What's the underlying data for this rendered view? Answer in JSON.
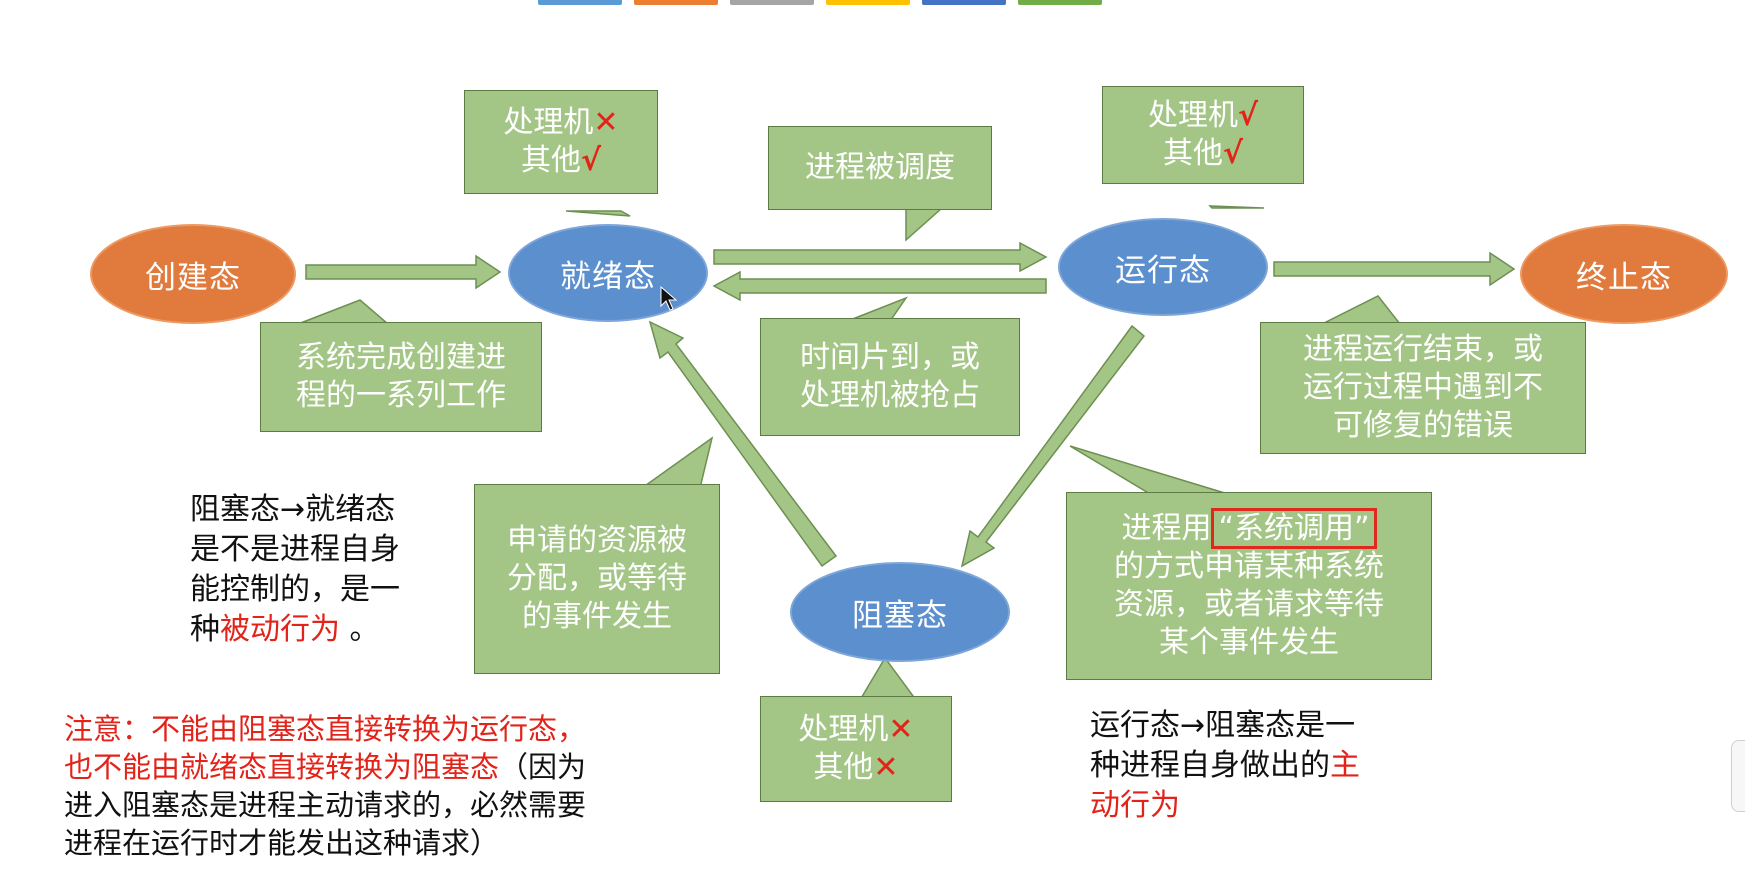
{
  "top_tabs": {
    "colors": [
      "#5b9bd5",
      "#ed7d31",
      "#a5a5a5",
      "#ffc000",
      "#4472c4",
      "#70ad47"
    ]
  },
  "states": {
    "created": "创建态",
    "ready": "就绪态",
    "running": "运行态",
    "terminated": "终止态",
    "blocked": "阻塞态"
  },
  "callouts": {
    "ready_resources": {
      "processor_label": "处理机",
      "processor_mark": "✕",
      "other_label": "其他",
      "other_mark": "√"
    },
    "running_resources": {
      "processor_label": "处理机",
      "processor_mark": "√",
      "other_label": "其他",
      "other_mark": "√"
    },
    "blocked_resources": {
      "processor_label": "处理机",
      "processor_mark": "✕",
      "other_label": "其他",
      "other_mark": "✕"
    },
    "scheduled": "进程被调度",
    "created_to_ready": [
      "系统完成创建进",
      "程的一系列工作"
    ],
    "running_to_ready": [
      "时间片到，或",
      "处理机被抢占"
    ],
    "running_to_terminated": [
      "进程运行结束，或",
      "运行过程中遇到不",
      "可修复的错误"
    ],
    "blocked_to_ready": [
      "申请的资源被",
      "分配，或等待",
      "的事件发生"
    ],
    "running_to_blocked": {
      "prefix": "进程用",
      "highlight": "“系统调用”",
      "lines": [
        "的方式申请某种系统",
        "资源，或者请求等待",
        "某个事件发生"
      ]
    }
  },
  "notes": {
    "passive": {
      "lines": [
        "阻塞态→就绪态",
        "是不是进程自身",
        "能控制的，是一"
      ],
      "last_prefix": "种",
      "last_red": "被动行为",
      "last_suffix": " 。"
    },
    "active": {
      "line1": "运行态→阻塞态是一",
      "line2_prefix": "种进程自身做出的",
      "line2_red": "主",
      "line3_red": "动行为"
    },
    "attention": {
      "red_line1": "注意：不能由阻塞态直接转换为运行态，",
      "red_line2": "也不能由就绪态直接转换为阻塞态",
      "black_line2": "（因为",
      "line3": "进入阻塞态是进程主动请求的，必然需要",
      "line4": "进程在运行时才能发出这种请求）"
    }
  },
  "colors": {
    "state_orange": "#e07b3d",
    "state_blue": "#5c8fce",
    "callout_green": "#a3c585",
    "callout_border": "#5d7c44",
    "accent_red": "#e2231a"
  }
}
